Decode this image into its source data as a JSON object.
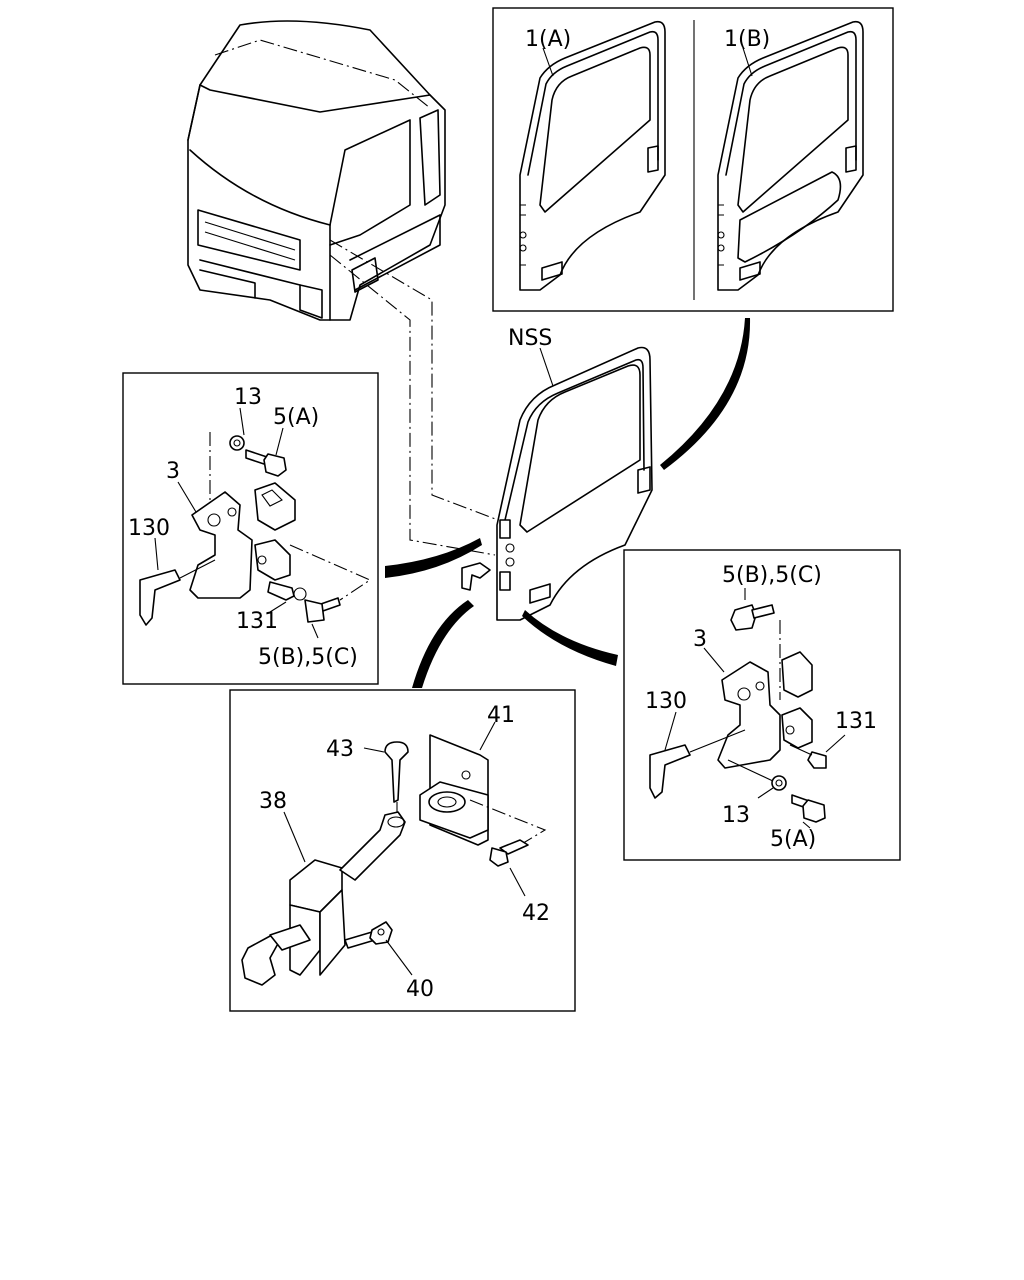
{
  "labels": {
    "door_1a": "1(A)",
    "door_1b": "1(B)",
    "nss": "NSS",
    "left_13": "13",
    "left_5a": "5(A)",
    "left_3": "3",
    "left_130": "130",
    "left_131": "131",
    "left_5bc": "5(B),5(C)",
    "right_5bc": "5(B),5(C)",
    "right_3": "3",
    "right_130": "130",
    "right_131": "131",
    "right_13": "13",
    "right_5a": "5(A)",
    "check_41": "41",
    "check_43": "43",
    "check_38": "38",
    "check_42": "42",
    "check_40": "40"
  }
}
